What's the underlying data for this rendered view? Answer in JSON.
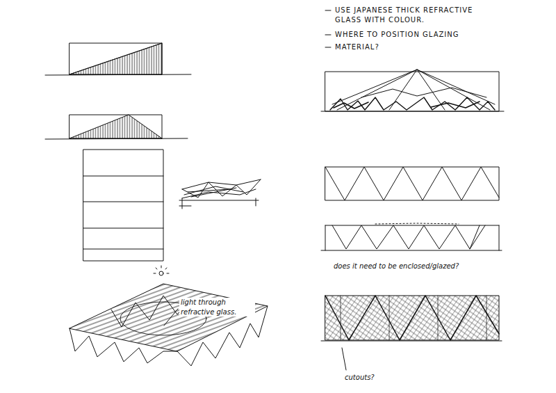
{
  "diagram": {
    "labels": [
      "USE JAPANESE THICK REFRACTIVE GLASS WITH COLOUR.",
      "WHERE TO POSITION GLAZING",
      "MATERIAL?",
      "light through refractive glass.",
      "does it need to be enclosed/glazed?",
      "cutouts?"
    ]
  }
}
